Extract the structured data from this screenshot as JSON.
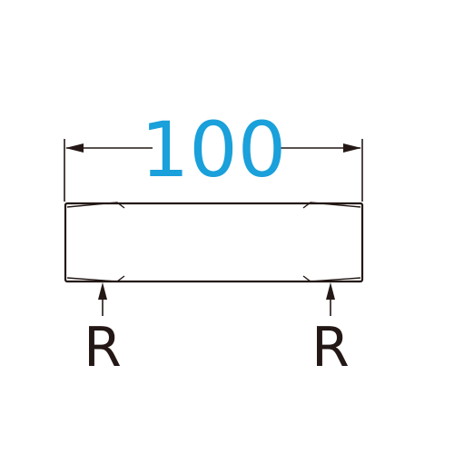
{
  "dimension": {
    "value": "100",
    "color": "#1aa0da"
  },
  "thread_labels": {
    "left": "R",
    "right": "R"
  },
  "line_color": "#231815"
}
